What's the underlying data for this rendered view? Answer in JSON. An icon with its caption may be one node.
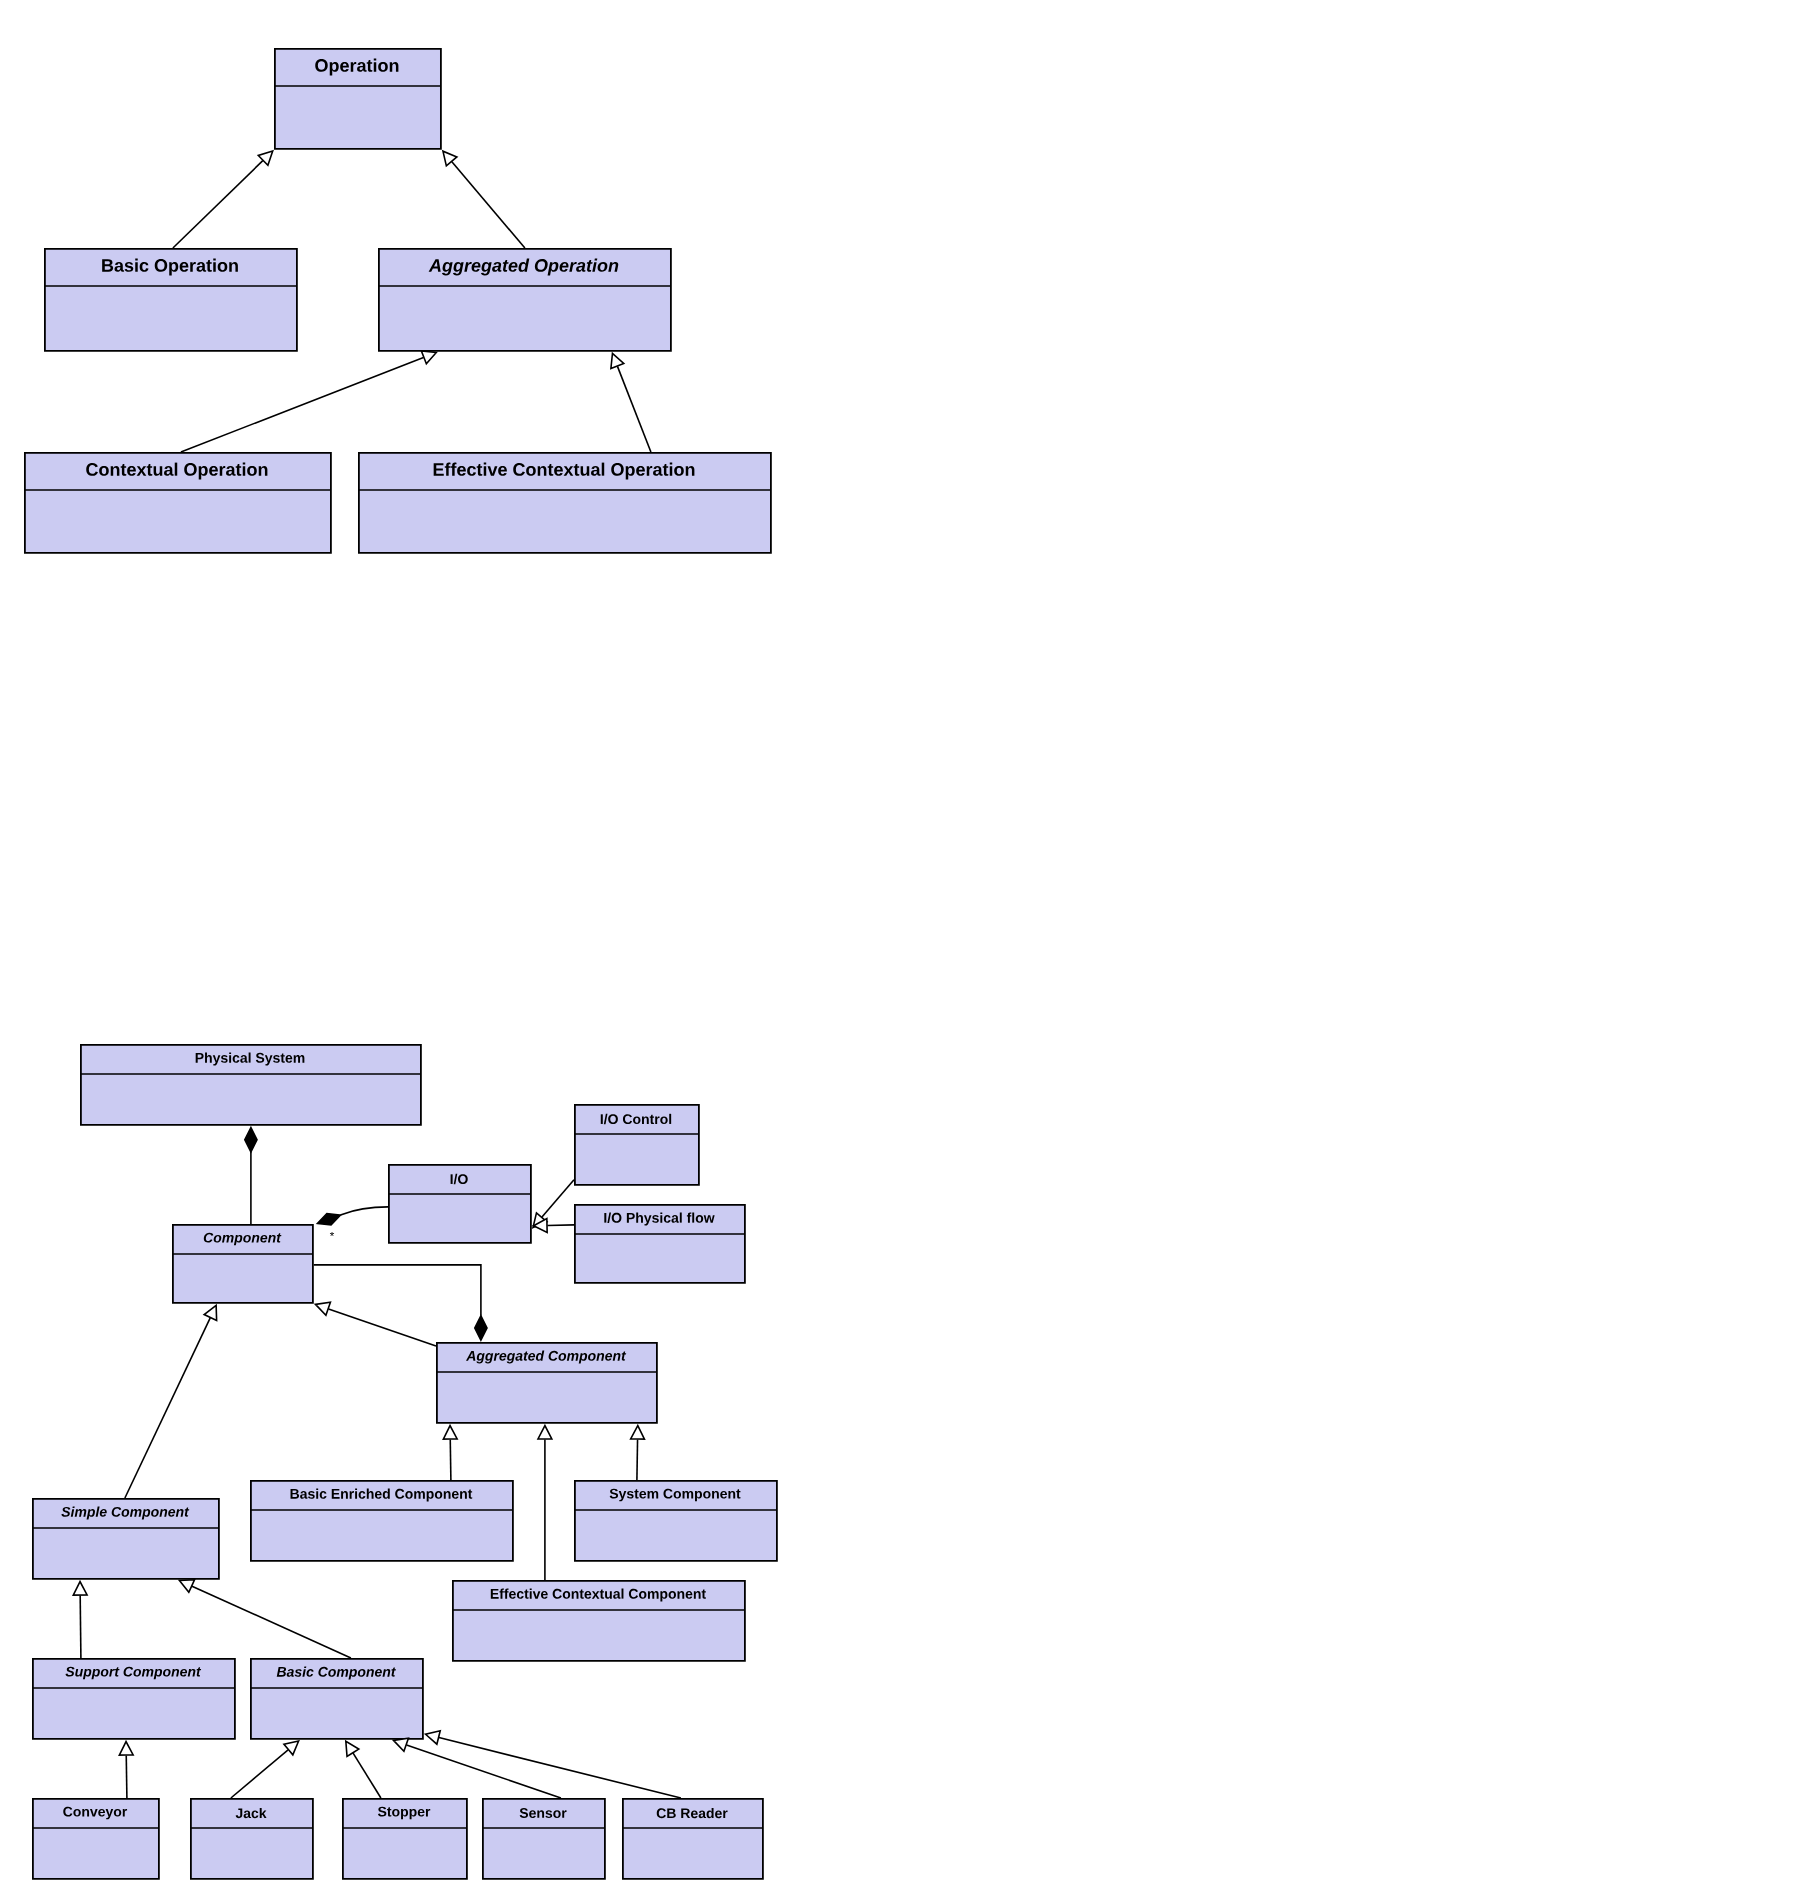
{
  "diagram": {
    "nodes": [
      {
        "text": [
          "Operation"
        ]
      },
      {
        "text": [
          "Basic Operation"
        ]
      },
      {
        "text": [
          "Aggregated Operation"
        ]
      },
      {
        "text": [
          "Contextual Operation"
        ]
      },
      {
        "text": [
          "Effective Contextual Operation"
        ]
      },
      {
        "text": [
          "Physical System"
        ]
      },
      {
        "text": [
          "I/O Control"
        ]
      },
      {
        "text": [
          "I/O"
        ]
      },
      {
        "text": [
          "Component"
        ]
      },
      {
        "text": [
          "I/O Physical flow"
        ]
      },
      {
        "text": [
          "Aggregated Component"
        ]
      },
      {
        "text": [
          "Basic Enriched Component"
        ]
      },
      {
        "text": [
          "System Component"
        ]
      },
      {
        "text": [
          "Simple Component"
        ]
      },
      {
        "text": [
          "Effective Contextual Component"
        ]
      },
      {
        "text": [
          "Support Component"
        ]
      },
      {
        "text": [
          "Basic Component"
        ]
      },
      {
        "text": [
          "Conveyor"
        ]
      },
      {
        "text": [
          "Jack"
        ]
      },
      {
        "text": [
          "Stopper"
        ]
      },
      {
        "text": [
          "Sensor"
        ]
      },
      {
        "text": [
          "CB Reader"
        ]
      }
    ],
    "edges": [
      {
        "from": 1,
        "to": 0,
        "arrow": "to"
      },
      {
        "from": 2,
        "to": 0,
        "arrow": "to"
      },
      {
        "from": 3,
        "to": 2,
        "arrow": "to"
      },
      {
        "from": 4,
        "to": 2,
        "arrow": "to"
      },
      {
        "from": 8,
        "to": 5,
        "arrow": "other"
      },
      {
        "from": 7,
        "to": 8,
        "arrow": "other",
        "label": "*"
      },
      {
        "from": 6,
        "to": 7,
        "arrow": "to"
      },
      {
        "from": 9,
        "to": 7,
        "arrow": "to"
      },
      {
        "from": 8,
        "to": 10,
        "arrow": "other"
      },
      {
        "from": 10,
        "to": 8,
        "arrow": "to"
      },
      {
        "from": 13,
        "to": 8,
        "arrow": "to"
      },
      {
        "from": 11,
        "to": 10,
        "arrow": "to"
      },
      {
        "from": 14,
        "to": 10,
        "arrow": "to"
      },
      {
        "from": 12,
        "to": 10,
        "arrow": "to"
      },
      {
        "from": 15,
        "to": 13,
        "arrow": "to"
      },
      {
        "from": 16,
        "to": 13,
        "arrow": "to"
      },
      {
        "from": 17,
        "to": 15,
        "arrow": "to"
      },
      {
        "from": 18,
        "to": 16,
        "arrow": "to"
      },
      {
        "from": 19,
        "to": 16,
        "arrow": "to"
      },
      {
        "from": 20,
        "to": 16,
        "arrow": "to"
      },
      {
        "from": 21,
        "to": 16,
        "arrow": "to"
      }
    ]
  }
}
